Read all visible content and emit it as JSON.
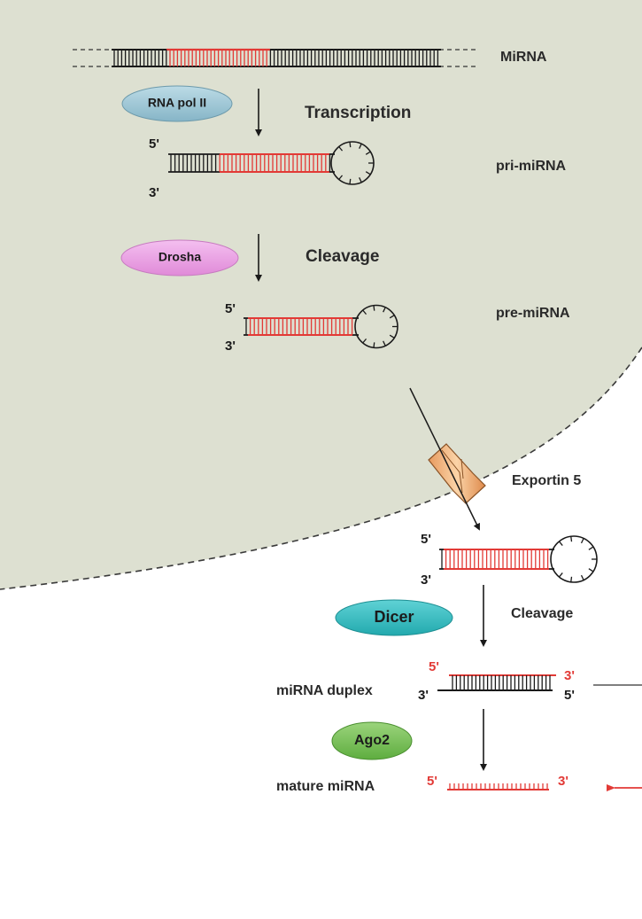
{
  "labels": {
    "mirna": "MiRNA",
    "transcription": "Transcription",
    "pri_mirna": "pri-miRNA",
    "cleavage_nucleus": "Cleavage",
    "pre_mirna": "pre-miRNA",
    "exportin": "Exportin 5",
    "cleavage_cytoplasm": "Cleavage",
    "duplex": "miRNA duplex",
    "mature": "mature miRNA"
  },
  "enzymes": {
    "rna_pol": "RNA pol II",
    "drosha": "Drosha",
    "dicer": "Dicer",
    "ago2": "Ago2"
  },
  "ends": {
    "five": "5'",
    "three": "3'"
  },
  "colors": {
    "nucleus": "#dde0d1",
    "rna_pol": "#9cc7d6",
    "drosha": "#ec9ee6",
    "dicer": "#36c1c6",
    "ago2": "#7dc35a",
    "mirna_strand": "#e23a36"
  }
}
